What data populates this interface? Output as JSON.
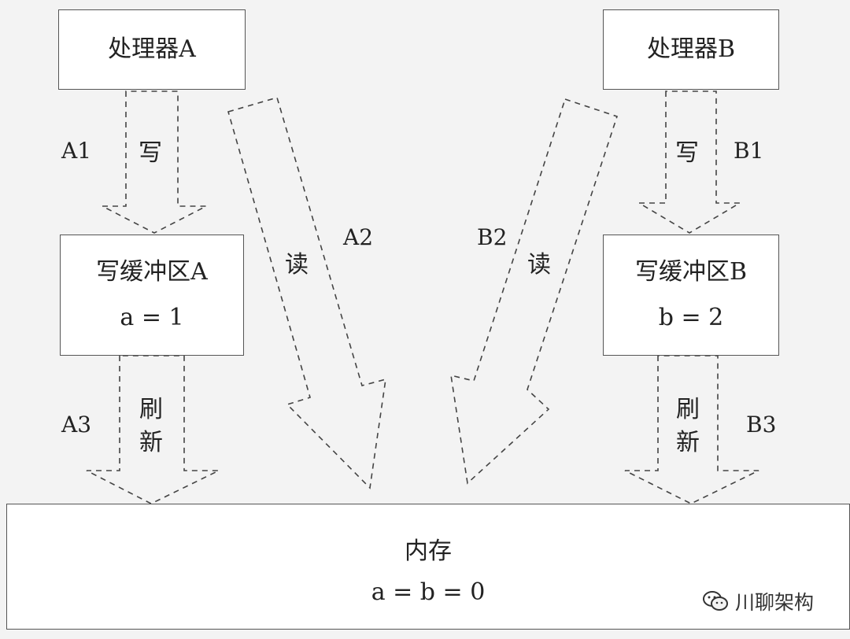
{
  "nodes": {
    "processor_a": {
      "label": "处理器A"
    },
    "processor_b": {
      "label": "处理器B"
    },
    "buffer_a": {
      "label": "写缓冲区A",
      "value": "a = 1"
    },
    "buffer_b": {
      "label": "写缓冲区B",
      "value": "b = 2"
    },
    "memory": {
      "label": "内存",
      "value": "a = b = 0"
    }
  },
  "steps": {
    "a1": {
      "id": "A1",
      "action": "写"
    },
    "a2": {
      "id": "A2",
      "action": "读"
    },
    "a3": {
      "id": "A3",
      "action": [
        "刷",
        "新"
      ]
    },
    "b1": {
      "id": "B1",
      "action": "写"
    },
    "b2": {
      "id": "B2",
      "action": "读"
    },
    "b3": {
      "id": "B3",
      "action": [
        "刷",
        "新"
      ]
    }
  },
  "watermark": {
    "text": "川聊架构",
    "icon": "wechat-icon"
  }
}
